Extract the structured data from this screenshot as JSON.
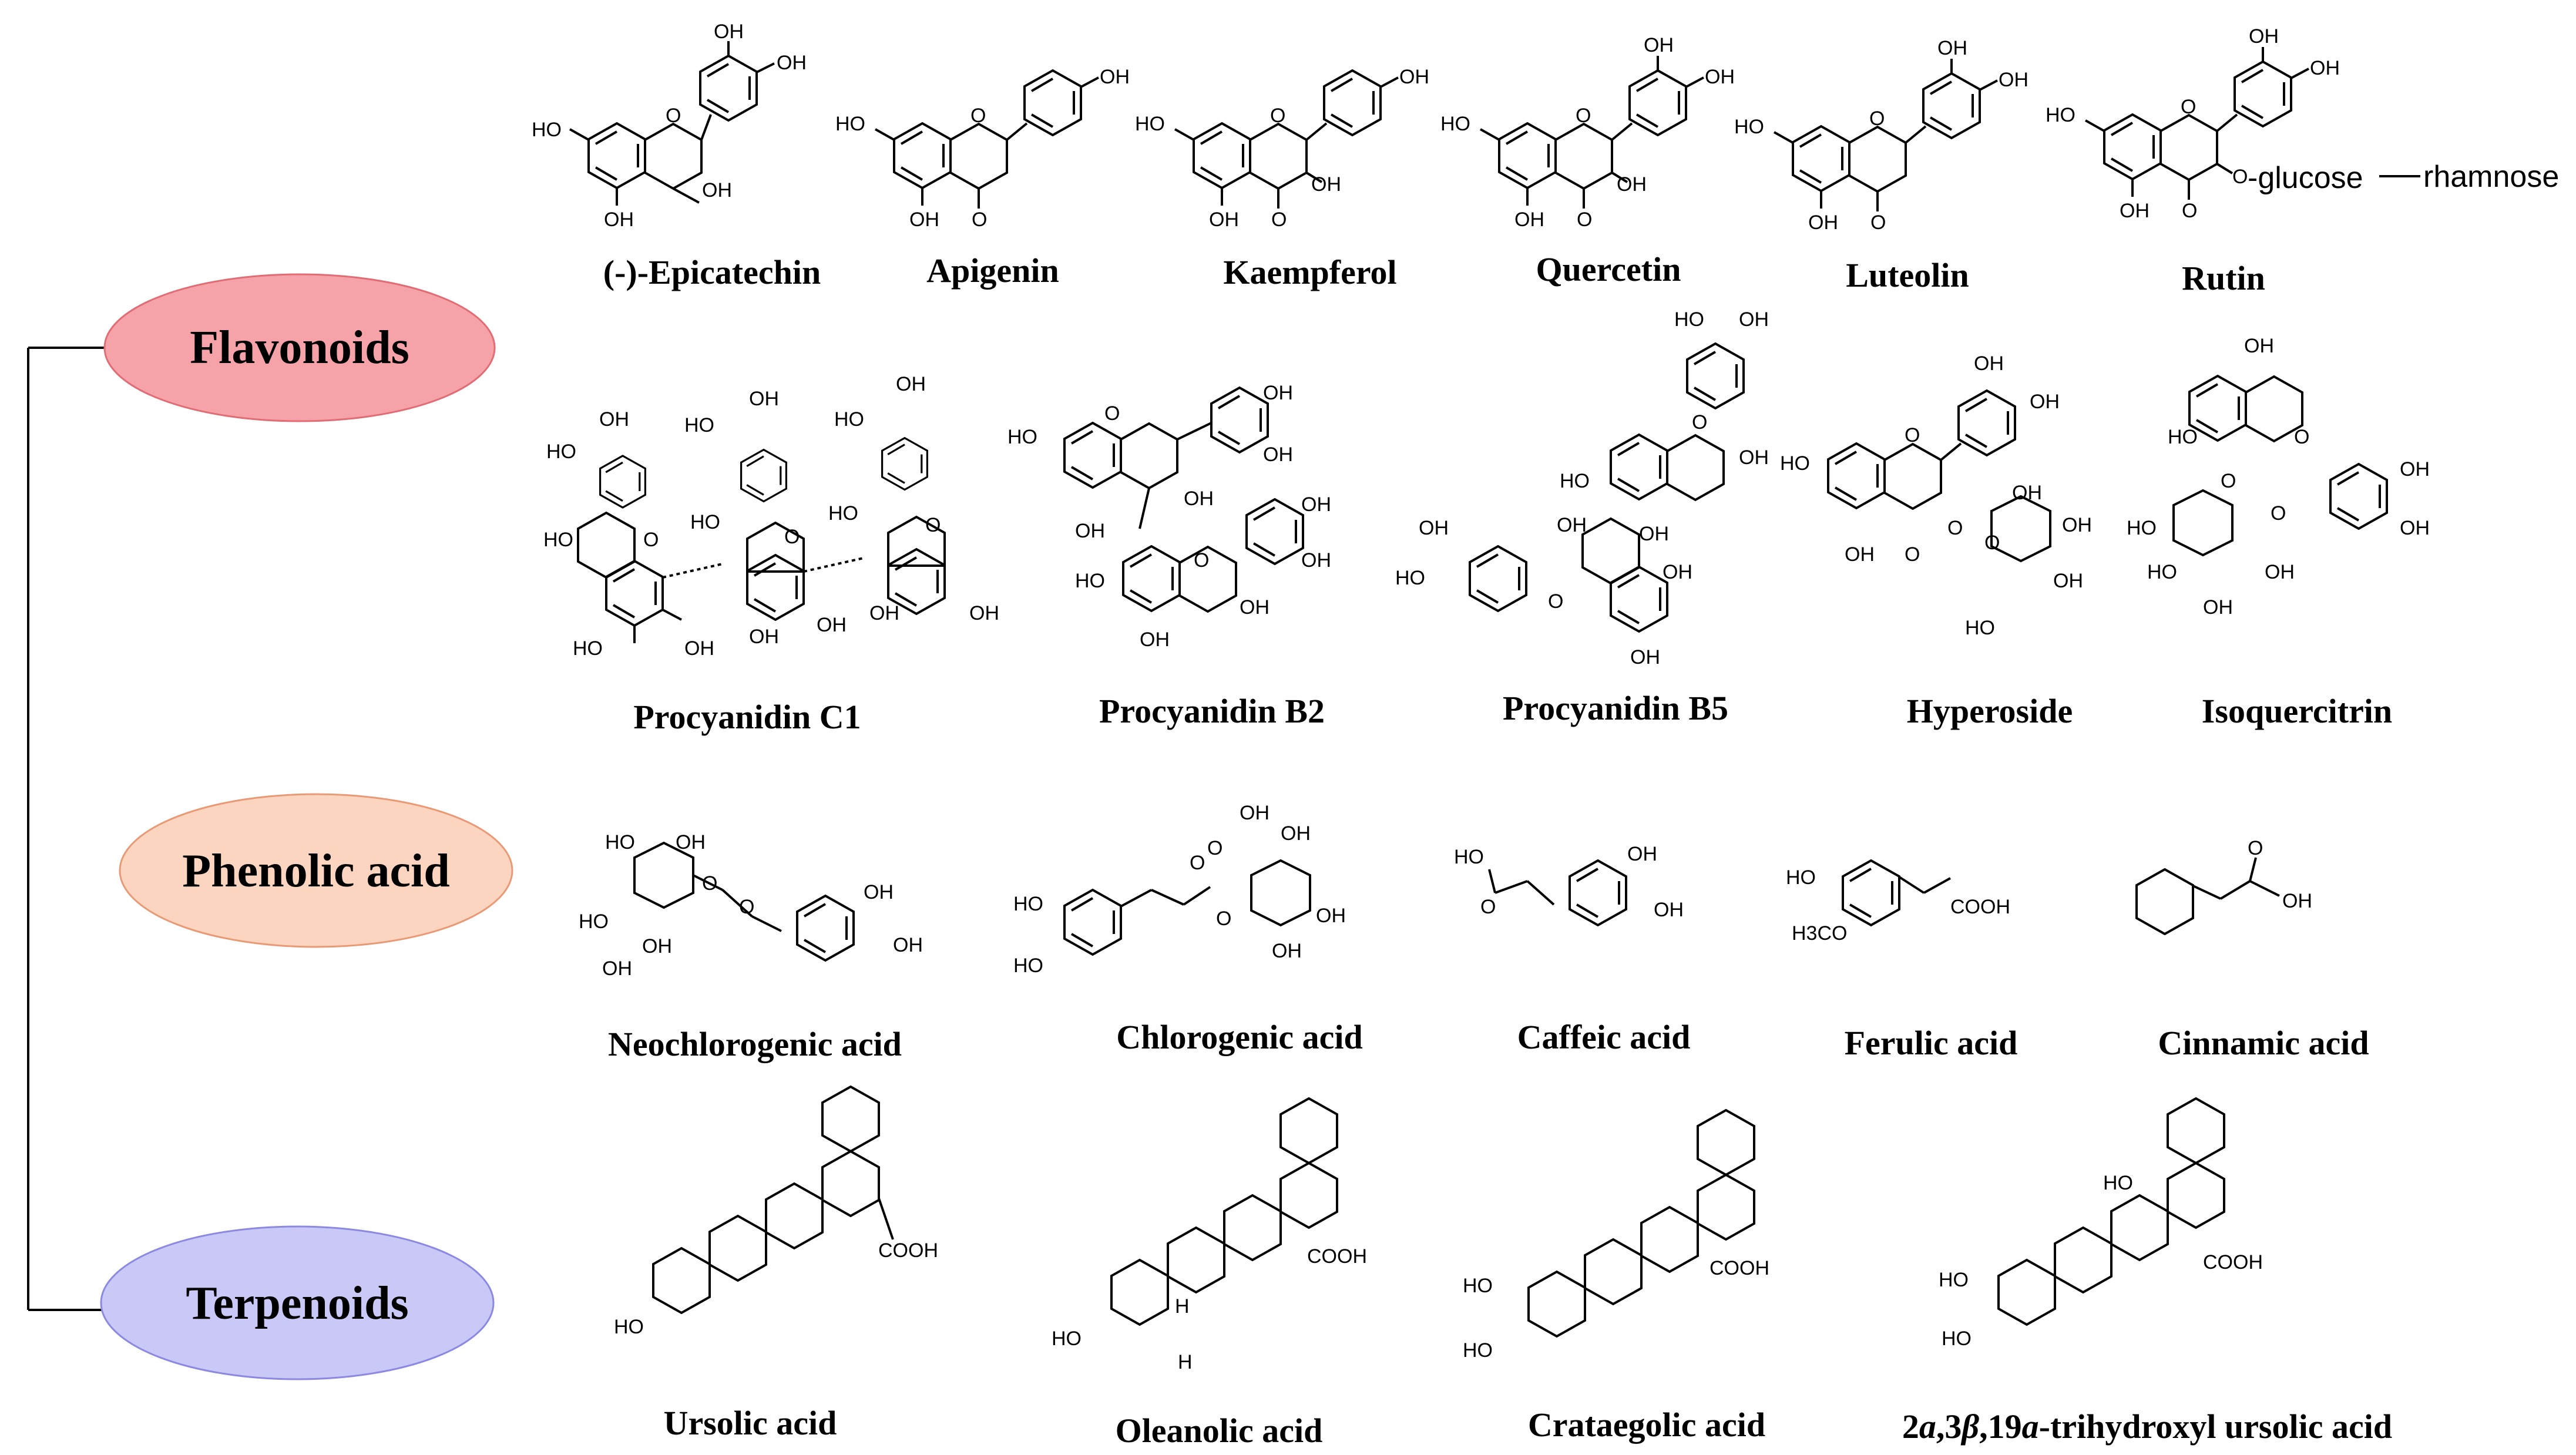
{
  "categories": [
    {
      "name": "Flavonoids",
      "fill": "#f5a3a8",
      "stroke": "#e06d75"
    },
    {
      "name": "Phenolic acid",
      "fill": "#fbd5bf",
      "stroke": "#e89a76"
    },
    {
      "name": "Terpenoids",
      "fill": "#c9c8f6",
      "stroke": "#8b89e0"
    }
  ],
  "compounds": {
    "flavonoids": [
      "(-)-Epicatechin",
      "Apigenin",
      "Kaempferol",
      "Quercetin",
      "Luteolin",
      "Rutin",
      "Procyanidin C1",
      "Procyanidin B2",
      "Procyanidin B5",
      "Hyperoside",
      "Isoquercitrin"
    ],
    "phenolic": [
      "Neochlorogenic acid",
      "Chlorogenic acid",
      "Caffeic acid",
      "Ferulic acid",
      "Cinnamic acid"
    ],
    "terpenoids": [
      "Ursolic acid",
      "Oleanolic acid",
      "Crataegolic acid"
    ],
    "trihydroxyl": {
      "p1": "2",
      "a1": "a",
      "p2": ",3",
      "b": "β",
      "p3": ",19",
      "a2": "a",
      "p4": "-trihydroxyl ursolic acid"
    }
  },
  "atom_labels": {
    "oh": "OH",
    "ho": "HO",
    "o": "O",
    "h": "H",
    "cooh": "COOH",
    "h3co": "H3CO",
    "glucose": "-glucose",
    "rhamnose": "rhamnose"
  }
}
